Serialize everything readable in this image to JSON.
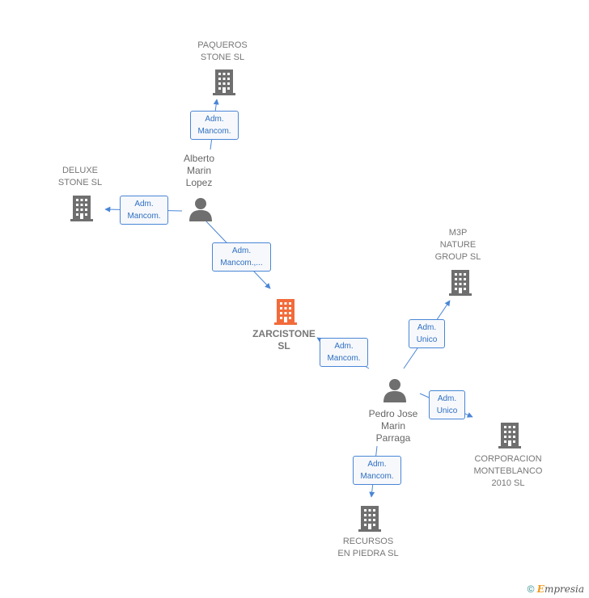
{
  "companies": [
    {
      "id": "paqueros",
      "label": "PAQUEROS\nSTONE  SL",
      "type": "company"
    },
    {
      "id": "deluxe",
      "label": "DELUXE\nSTONE  SL",
      "type": "company"
    },
    {
      "id": "zarcistone",
      "label": "ZARCISTONE\nSL",
      "type": "company-main"
    },
    {
      "id": "m3p",
      "label": "M3P\nNATURE\nGROUP  SL",
      "type": "company"
    },
    {
      "id": "corporacion",
      "label": "CORPORACION\nMONTEBLANCO\n2010 SL",
      "type": "company"
    },
    {
      "id": "recursos",
      "label": "RECURSOS\nEN PIEDRA  SL",
      "type": "company"
    }
  ],
  "persons": [
    {
      "id": "alberto",
      "label": "Alberto\nMarin\nLopez"
    },
    {
      "id": "pedro",
      "label": "Pedro Jose\nMarin\nParraga"
    }
  ],
  "edges": [
    {
      "id": "e1",
      "label": "Adm.\nMancom."
    },
    {
      "id": "e2",
      "label": "Adm.\nMancom."
    },
    {
      "id": "e3",
      "label": "Adm.\nMancom.,..."
    },
    {
      "id": "e4",
      "label": "Adm.\nMancom."
    },
    {
      "id": "e5",
      "label": "Adm.\nUnico"
    },
    {
      "id": "e6",
      "label": "Adm.\nUnico"
    },
    {
      "id": "e7",
      "label": "Adm.\nMancom."
    }
  ],
  "colors": {
    "company": "#6f6f6f",
    "main": "#f26b3a",
    "person": "#6f6f6f",
    "edge": "#4a86d6"
  },
  "footer": {
    "copyright": "©",
    "brand_e": "E",
    "brand_rest": "mpresia"
  }
}
